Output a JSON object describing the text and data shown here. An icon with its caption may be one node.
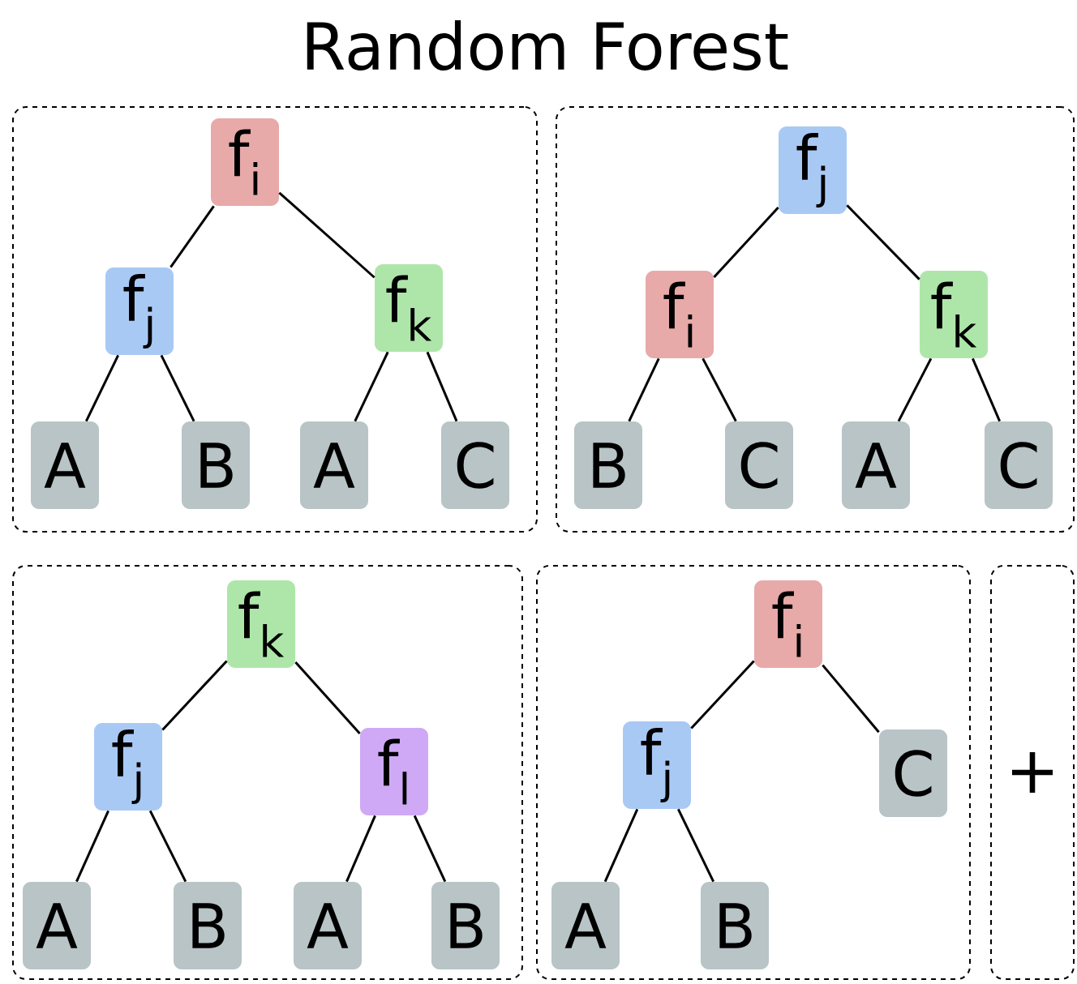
{
  "diagram": {
    "title": "Random Forest",
    "nodes": [
      {
        "text": [],
        "shape": "box"
      },
      {
        "text": [
          "f$_{i}$"
        ],
        "in": 0
      },
      {
        "text": [
          "f$_{j}$"
        ],
        "in": 0
      },
      {
        "text": [
          "f$_{k}$"
        ],
        "in": 0
      },
      {
        "text": [
          "A"
        ],
        "in": 0
      },
      {
        "text": [
          "B"
        ],
        "in": 0
      },
      {
        "text": [
          "A"
        ],
        "in": 0
      },
      {
        "text": [
          "C"
        ],
        "in": 0
      },
      {
        "text": [],
        "shape": "box"
      },
      {
        "text": [
          "f$_{j}$"
        ],
        "in": 8
      },
      {
        "text": [
          "f$_{i}$"
        ],
        "in": 8
      },
      {
        "text": [
          "f$_{k}$"
        ],
        "in": 8
      },
      {
        "text": [
          "B"
        ],
        "in": 8
      },
      {
        "text": [
          "C"
        ],
        "in": 8
      },
      {
        "text": [
          "A"
        ],
        "in": 8
      },
      {
        "text": [
          "C"
        ],
        "in": 8
      },
      {
        "text": [],
        "shape": "box"
      },
      {
        "text": [
          "f$_{k}$"
        ],
        "in": 16
      },
      {
        "text": [
          "f$_{j}$"
        ],
        "in": 16
      },
      {
        "text": [
          "f$_{l}$"
        ],
        "in": 16
      },
      {
        "text": [
          "A"
        ],
        "in": 16
      },
      {
        "text": [
          "B"
        ],
        "in": 16
      },
      {
        "text": [
          "A"
        ],
        "in": 16
      },
      {
        "text": [
          "B"
        ],
        "in": 16
      },
      {
        "text": [],
        "shape": "box"
      },
      {
        "text": [
          "f$_{i}$"
        ],
        "in": 24
      },
      {
        "text": [
          "f$_{j}$"
        ],
        "in": 24
      },
      {
        "text": [
          "C"
        ],
        "in": 24
      },
      {
        "text": [
          "A"
        ],
        "in": 24
      },
      {
        "text": [
          "B"
        ],
        "in": 24
      },
      {
        "text": [
          "+"
        ]
      }
    ],
    "edges": [
      {
        "from": 1,
        "to": 2,
        "arrow": "none"
      },
      {
        "from": 1,
        "to": 3,
        "arrow": "none"
      },
      {
        "from": 2,
        "to": 4,
        "arrow": "none"
      },
      {
        "from": 2,
        "to": 5,
        "arrow": "none"
      },
      {
        "from": 3,
        "to": 6,
        "arrow": "none"
      },
      {
        "from": 3,
        "to": 7,
        "arrow": "none"
      },
      {
        "from": 9,
        "to": 10,
        "arrow": "none"
      },
      {
        "from": 9,
        "to": 11,
        "arrow": "none"
      },
      {
        "from": 10,
        "to": 12,
        "arrow": "none"
      },
      {
        "from": 10,
        "to": 13,
        "arrow": "none"
      },
      {
        "from": 11,
        "to": 14,
        "arrow": "none"
      },
      {
        "from": 11,
        "to": 15,
        "arrow": "none"
      },
      {
        "from": 17,
        "to": 18,
        "arrow": "none"
      },
      {
        "from": 17,
        "to": 19,
        "arrow": "none"
      },
      {
        "from": 18,
        "to": 20,
        "arrow": "none"
      },
      {
        "from": 18,
        "to": 21,
        "arrow": "none"
      },
      {
        "from": 19,
        "to": 22,
        "arrow": "none"
      },
      {
        "from": 19,
        "to": 23,
        "arrow": "none"
      },
      {
        "from": 25,
        "to": 26,
        "arrow": "none"
      },
      {
        "from": 25,
        "to": 27,
        "arrow": "none"
      },
      {
        "from": 26,
        "to": 28,
        "arrow": "none"
      },
      {
        "from": 26,
        "to": 29,
        "arrow": "none"
      }
    ]
  }
}
